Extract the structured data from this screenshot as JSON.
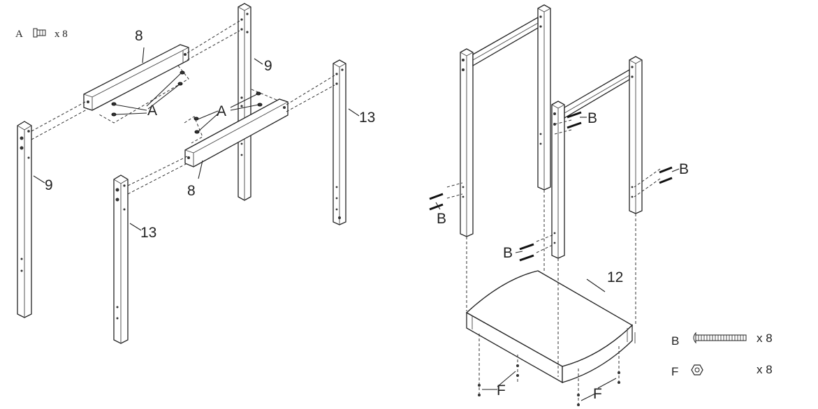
{
  "legend": {
    "A": {
      "letter": "A",
      "qty": "x 8",
      "icon": "cam-bolt-icon"
    },
    "B": {
      "letter": "B",
      "qty": "x 8",
      "icon": "bolt-icon"
    },
    "F": {
      "letter": "F",
      "qty": "x 8",
      "icon": "hex-nut-icon"
    }
  },
  "parts": {
    "rail": "8",
    "post_front": "9",
    "post_back": "13",
    "shelf": "12"
  },
  "callouts": {
    "a": "A",
    "b": "B",
    "f": "F"
  }
}
